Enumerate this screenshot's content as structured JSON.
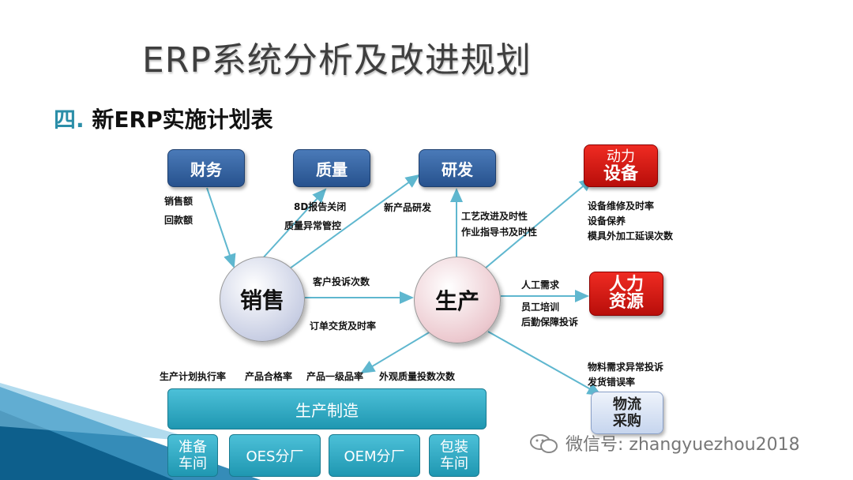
{
  "title": "ERP系统分析及改进规划",
  "subtitle": {
    "number": "四.",
    "text": "新ERP实施计划表"
  },
  "nodes": {
    "finance": "财务",
    "quality": "质量",
    "rnd": "研发",
    "power_equipment": {
      "line1": "动力",
      "line2": "设备"
    },
    "sales": "销售",
    "production": "生产",
    "hr": {
      "line1": "人力",
      "line2": "资源"
    },
    "logistics": {
      "line1": "物流",
      "line2": "采购"
    },
    "manufacturing": "生产制造",
    "prep_workshop": {
      "line1": "准备",
      "line2": "车间"
    },
    "oes_branch": "OES分厂",
    "oem_branch": "OEM分厂",
    "packing_workshop": {
      "line1": "包装",
      "line2": "车间"
    }
  },
  "labels": {
    "finance_sales": [
      "销售额",
      "回款额"
    ],
    "quality_sales": [
      "8D报告关闭",
      "质量异常管控"
    ],
    "rnd_sales": "新产品研发",
    "rnd_production": [
      "工艺改进及时性",
      "作业指导书及时性"
    ],
    "equipment": [
      "设备维修及时率",
      "设备保养",
      "模具外加工延误次数"
    ],
    "sales_production_top": "客户投诉次数",
    "sales_production_bottom": "订单交货及时率",
    "hr_need": "人工需求",
    "hr_training": [
      "员工培训",
      "后勤保障投诉"
    ],
    "logistics": [
      "物料需求异常投诉",
      "发货错误率"
    ],
    "manufacturing_kpis": [
      "生产计划执行率",
      "产品合格率",
      "产品一级品率",
      "外观质量投数次数"
    ]
  },
  "watermark": "微信号: zhangyuezhou2018",
  "colors": {
    "node_blue": "#3565a3",
    "node_red": "#d91a14",
    "node_teal": "#2aa7c2",
    "arrow": "#5fb7cf",
    "accent": "#2b8ea8"
  }
}
